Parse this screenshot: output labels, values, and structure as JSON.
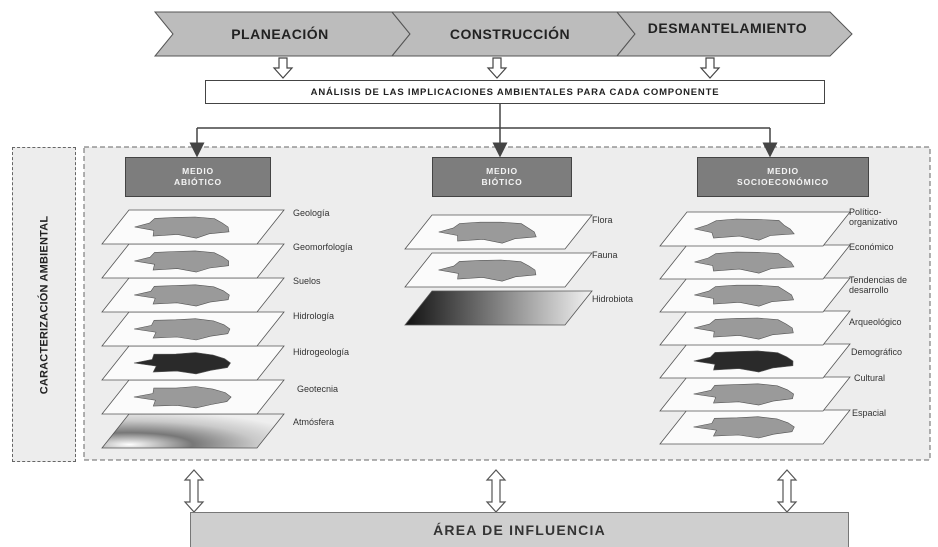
{
  "phases": [
    "PLANEACIÓN",
    "CONSTRUCCIÓN",
    "DESMANTELAMIENTO"
  ],
  "analysis": "ANÁLISIS DE LAS IMPLICACIONES AMBIENTALES PARA CADA COMPONENTE",
  "side_label": "CARACTERIZACIÓN AMBIENTAL",
  "medios": [
    {
      "line1": "MEDIO",
      "line2": "ABIÓTICO",
      "layers": [
        "Geología",
        "Geomorfología",
        "Suelos",
        "Hidrología",
        "Hidrogeología",
        "Geotecnia",
        "Atmósfera"
      ]
    },
    {
      "line1": "MEDIO",
      "line2": "BIÓTICO",
      "layers": [
        "Flora",
        "Fauna",
        "Hidrobiota"
      ]
    },
    {
      "line1": "MEDIO",
      "line2": "SOCIOECONÓMICO",
      "layers": [
        "Político-organizativo",
        "Económico",
        "Tendencias de desarrollo",
        "Arqueológico",
        "Demográfico",
        "Cultural",
        "Espacial"
      ]
    }
  ],
  "bottom": "ÁREA DE INFLUENCIA",
  "colors": {
    "phase_fill": "#bcbcbc",
    "medio_fill": "#7d7d7d",
    "panel_fill": "#ededed",
    "influence_fill": "#cfcfcf"
  }
}
